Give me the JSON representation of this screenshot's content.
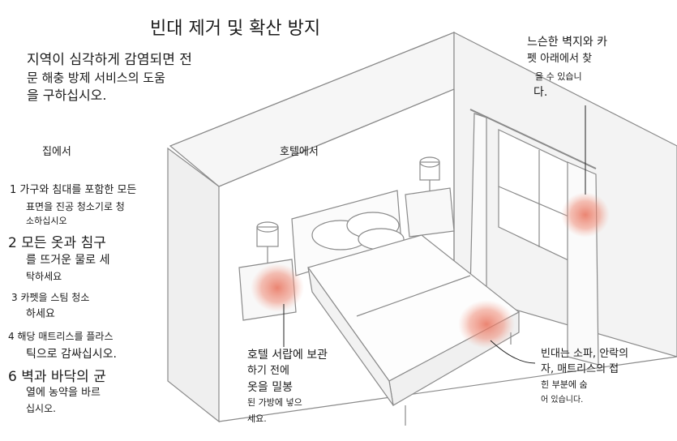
{
  "title": "빈대 제거 및 확산 방지",
  "intro": [
    "지역이 심각하게 감염되면 전",
    "문 해충 방제 서비스의 도움",
    "을 구하십시오."
  ],
  "home_label": "집에서",
  "hotel_label": "호텔에서",
  "steps": [
    {
      "lines": [
        "1 가구와 침대를 포함한 모든",
        "표면을 진공 청소기로 청",
        "소하십시오"
      ]
    },
    {
      "lines": [
        "2 모든 옷과 침구",
        "를 뜨거운 물로 세",
        "탁하세요"
      ]
    },
    {
      "lines": [
        "3 카펫을 스팀 청소",
        "하세요"
      ]
    },
    {
      "lines": [
        "4 해당 매트리스를 플라스",
        "틱으로 감싸십시오."
      ]
    },
    {
      "lines": [
        "6 벽과 바닥의 균",
        "열에 농약을 바르",
        "십시오."
      ]
    }
  ],
  "wallpaper_note": [
    "느슨한 벽지와 카",
    "펫 아래에서 찾",
    "을 수 있습니",
    "다."
  ],
  "drawer_note": [
    "호텔 서랍에 보관",
    "하기 전에",
    "옷을 밀봉",
    "된 가방에 넣으",
    "세요."
  ],
  "sofa_note": [
    "빈대는 소파, 안락의",
    "자, 매트리스의 접",
    "힌 부분에 숨",
    "어 있습니다."
  ],
  "colors": {
    "hotspot": "#e8705a",
    "sketch": "#8a8a8a"
  }
}
